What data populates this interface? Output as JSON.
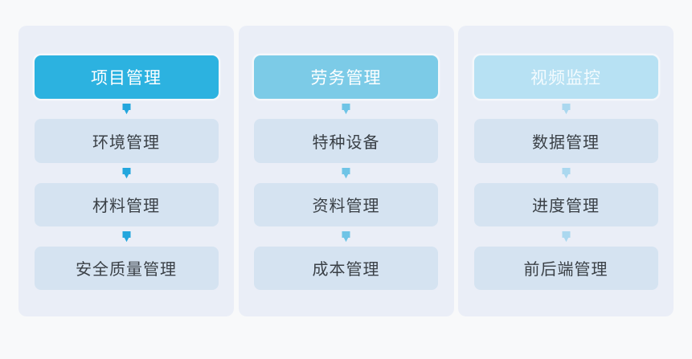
{
  "page": {
    "background_color": "#f8f9fa",
    "panel_background_color": "#eaeef7"
  },
  "columns": [
    {
      "id": "project-management",
      "accent_color": "#2cb2e0",
      "arrow_color": "#23a6dd",
      "header": {
        "label": "项目管理"
      },
      "nodes": [
        {
          "label": "环境管理"
        },
        {
          "label": "材料管理"
        },
        {
          "label": "安全质量管理"
        }
      ]
    },
    {
      "id": "labor-management",
      "accent_color": "#7ccbe7",
      "arrow_color": "#6fc4e6",
      "header": {
        "label": "劳务管理"
      },
      "nodes": [
        {
          "label": "特种设备"
        },
        {
          "label": "资料管理"
        },
        {
          "label": "成本管理"
        }
      ]
    },
    {
      "id": "video-monitoring",
      "accent_color": "#b7e1f3",
      "arrow_color": "#abd8ef",
      "header": {
        "label": "视频监控"
      },
      "nodes": [
        {
          "label": "数据管理"
        },
        {
          "label": "进度管理"
        },
        {
          "label": "前后端管理"
        }
      ]
    }
  ],
  "icons": {
    "arrow_down": "arrow-down-icon"
  }
}
